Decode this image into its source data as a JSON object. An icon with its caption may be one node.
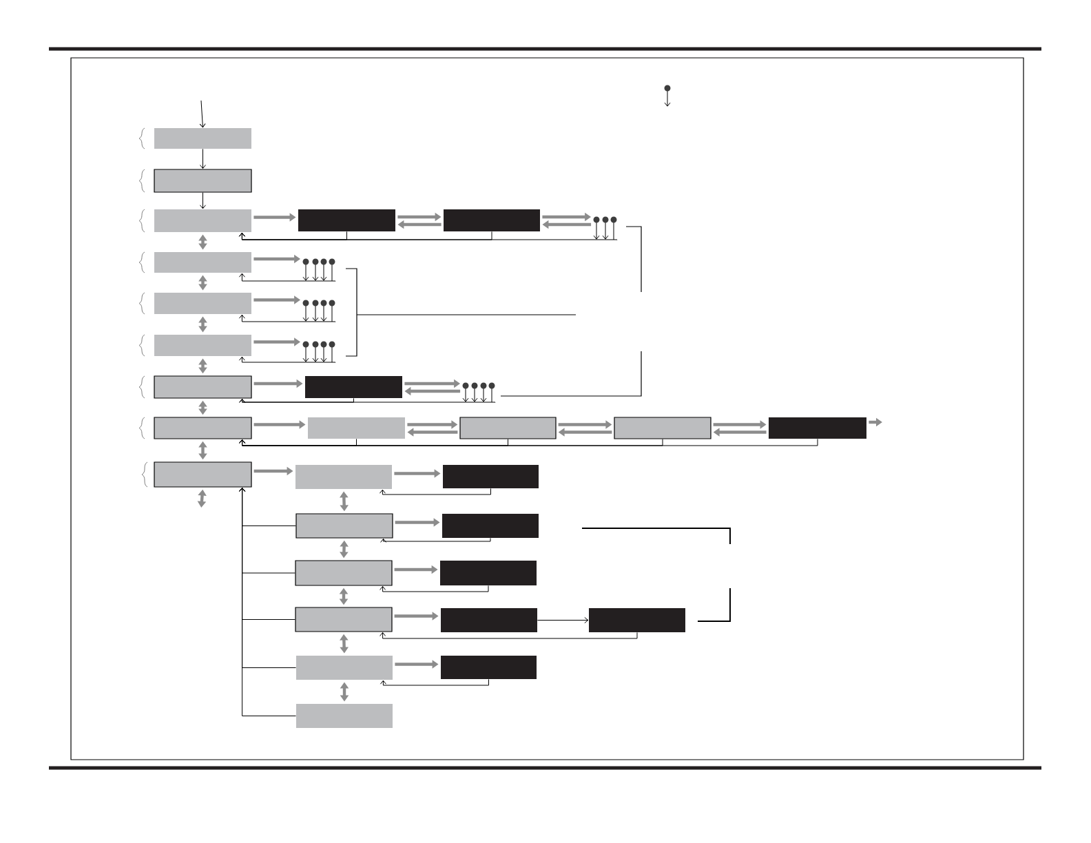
{
  "diagram": {
    "nodes": [
      {
        "text": [],
        "shape": "box"
      },
      {
        "text": [],
        "shape": "box"
      },
      {
        "text": [],
        "shape": "box"
      },
      {
        "text": [],
        "shape": "box"
      },
      {
        "text": [],
        "shape": "box"
      },
      {
        "text": [],
        "shape": "circle"
      },
      {
        "text": [],
        "shape": "box"
      },
      {
        "text": [],
        "shape": "circle"
      },
      {
        "text": [],
        "shape": "box"
      },
      {
        "text": [],
        "shape": "circle"
      },
      {
        "text": [],
        "shape": "box"
      },
      {
        "text": [],
        "shape": "circle"
      },
      {
        "text": [],
        "shape": "box"
      },
      {
        "text": [],
        "shape": "box"
      },
      {
        "text": [],
        "shape": "circle"
      },
      {
        "text": [],
        "shape": "box"
      },
      {
        "text": [],
        "shape": "box"
      },
      {
        "text": [],
        "shape": "box"
      },
      {
        "text": [],
        "shape": "box"
      },
      {
        "text": [],
        "shape": "box"
      },
      {
        "text": [],
        "shape": "box"
      },
      {
        "text": [],
        "shape": "box"
      },
      {
        "text": [],
        "shape": "box"
      },
      {
        "text": [],
        "shape": "box"
      },
      {
        "text": [],
        "shape": "box"
      },
      {
        "text": [],
        "shape": "box"
      },
      {
        "text": [],
        "shape": "box"
      },
      {
        "text": [],
        "shape": "box"
      },
      {
        "text": [],
        "shape": "box"
      },
      {
        "text": [],
        "shape": "box"
      },
      {
        "text": [],
        "shape": "box"
      },
      {
        "text": [],
        "shape": "box"
      },
      {
        "text": [],
        "shape": "box"
      }
    ],
    "edges": [
      {
        "from": null,
        "to": 0,
        "arrow": "to",
        "color": "#000000"
      },
      {
        "from": 0,
        "to": 1,
        "arrow": "to",
        "color": "#000000"
      },
      {
        "from": 1,
        "to": 2,
        "arrow": "to",
        "color": "#000000"
      },
      {
        "from": 2,
        "to": 3,
        "arrow": "to"
      },
      {
        "from": 3,
        "to": 4,
        "arrow": "to"
      },
      {
        "from": 4,
        "to": 3,
        "arrow": "to"
      },
      {
        "from": 4,
        "to": 5,
        "arrow": "to"
      },
      {
        "from": 5,
        "to": 4,
        "arrow": "to"
      },
      {
        "from": 3,
        "to": 2,
        "arrow": "to",
        "color": "#000000"
      },
      {
        "from": 4,
        "to": 2,
        "arrow": "to",
        "color": "#000000"
      },
      {
        "from": 5,
        "to": 2,
        "arrow": "to",
        "color": "#000000"
      },
      {
        "from": 2,
        "to": 6,
        "arrow": "both"
      },
      {
        "from": 6,
        "to": 7,
        "arrow": "to"
      },
      {
        "from": 7,
        "to": 6,
        "arrow": "to",
        "color": "#000000"
      },
      {
        "from": 6,
        "to": 8,
        "arrow": "both"
      },
      {
        "from": 8,
        "to": 9,
        "arrow": "to"
      },
      {
        "from": 9,
        "to": 8,
        "arrow": "to",
        "color": "#000000"
      },
      {
        "from": 8,
        "to": 10,
        "arrow": "both"
      },
      {
        "from": 10,
        "to": 11,
        "arrow": "to"
      },
      {
        "from": 11,
        "to": 10,
        "arrow": "to",
        "color": "#000000"
      },
      {
        "from": 10,
        "to": 12,
        "arrow": "both"
      },
      {
        "from": 12,
        "to": 13,
        "arrow": "to"
      },
      {
        "from": 13,
        "to": 14,
        "arrow": "to"
      },
      {
        "from": 14,
        "to": 13,
        "arrow": "to"
      },
      {
        "from": 13,
        "to": 12,
        "arrow": "to",
        "color": "#000000"
      },
      {
        "from": 14,
        "to": 12,
        "arrow": "to",
        "color": "#000000"
      },
      {
        "from": 12,
        "to": 15,
        "arrow": "both"
      },
      {
        "from": 15,
        "to": 16,
        "arrow": "to"
      },
      {
        "from": 16,
        "to": 17,
        "arrow": "to"
      },
      {
        "from": 17,
        "to": 16,
        "arrow": "to"
      },
      {
        "from": 17,
        "to": 18,
        "arrow": "to"
      },
      {
        "from": 18,
        "to": 17,
        "arrow": "to"
      },
      {
        "from": 18,
        "to": 19,
        "arrow": "to"
      },
      {
        "from": 19,
        "to": 18,
        "arrow": "to"
      },
      {
        "from": 19,
        "to": null,
        "arrow": "to"
      },
      {
        "from": 16,
        "to": 15,
        "arrow": "to",
        "color": "#000000"
      },
      {
        "from": 17,
        "to": 15,
        "arrow": "to",
        "color": "#000000"
      },
      {
        "from": 18,
        "to": 15,
        "arrow": "to",
        "color": "#000000"
      },
      {
        "from": 19,
        "to": 15,
        "arrow": "to",
        "color": "#000000"
      },
      {
        "from": 15,
        "to": 20,
        "arrow": "both"
      },
      {
        "from": 20,
        "to": null,
        "arrow": "both"
      },
      {
        "from": 20,
        "to": 21,
        "arrow": "to"
      },
      {
        "from": 21,
        "to": 22,
        "arrow": "to"
      },
      {
        "from": 22,
        "to": 21,
        "arrow": "to",
        "color": "#000000"
      },
      {
        "from": 21,
        "to": 23,
        "arrow": "both"
      },
      {
        "from": 23,
        "to": 24,
        "arrow": "to"
      },
      {
        "from": 24,
        "to": 23,
        "arrow": "to",
        "color": "#000000"
      },
      {
        "from": 23,
        "to": 25,
        "arrow": "both"
      },
      {
        "from": 25,
        "to": 26,
        "arrow": "to"
      },
      {
        "from": 26,
        "to": 25,
        "arrow": "to",
        "color": "#000000"
      },
      {
        "from": 25,
        "to": 27,
        "arrow": "both"
      },
      {
        "from": 27,
        "to": 28,
        "arrow": "to"
      },
      {
        "from": 28,
        "to": 29,
        "arrow": "to",
        "color": "#000000"
      },
      {
        "from": 29,
        "to": 27,
        "arrow": "to",
        "color": "#000000"
      },
      {
        "from": 27,
        "to": 30,
        "arrow": "both"
      },
      {
        "from": 30,
        "to": 31,
        "arrow": "to"
      },
      {
        "from": 31,
        "to": 30,
        "arrow": "to",
        "color": "#000000"
      },
      {
        "from": 30,
        "to": 32,
        "arrow": "both"
      },
      {
        "from": 23,
        "to": 20,
        "arrow": "to",
        "color": "#000000"
      },
      {
        "from": 25,
        "to": 20,
        "arrow": "to",
        "color": "#000000"
      },
      {
        "from": 27,
        "to": 20,
        "arrow": "to",
        "color": "#000000"
      },
      {
        "from": 30,
        "to": 20,
        "arrow": "to",
        "color": "#000000"
      },
      {
        "from": 32,
        "to": 20,
        "arrow": "to",
        "color": "#000000"
      }
    ]
  }
}
